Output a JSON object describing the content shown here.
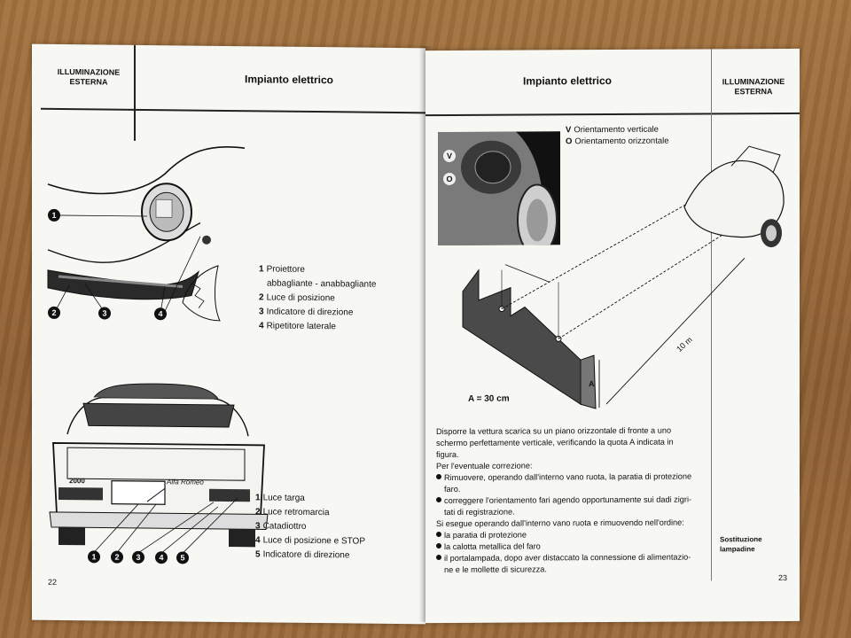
{
  "left_page": {
    "section": [
      "ILLUMINAZIONE",
      "ESTERNA"
    ],
    "title": "Impianto elettrico",
    "top_legend": [
      {
        "num": "1",
        "lines": [
          "Proiettore",
          "abbagliante - anabbagliante"
        ]
      },
      {
        "num": "2",
        "lines": [
          "Luce di posizione"
        ]
      },
      {
        "num": "3",
        "lines": [
          "Indicatore di direzione"
        ]
      },
      {
        "num": "4",
        "lines": [
          "Ripetitore laterale"
        ]
      }
    ],
    "bottom_legend": [
      {
        "num": "1",
        "text": "Luce targa"
      },
      {
        "num": "2",
        "text": "Luce retromarcia"
      },
      {
        "num": "3",
        "text": "Catadiottro"
      },
      {
        "num": "4",
        "text": "Luce di posizione e STOP"
      },
      {
        "num": "5",
        "text": "Indicatore di direzione"
      }
    ],
    "callouts_front": [
      "1",
      "2",
      "3",
      "4"
    ],
    "callouts_rear": [
      "1",
      "2",
      "3",
      "4",
      "5"
    ],
    "badge_2000": "2000",
    "badge_script": "Alfa Romeo",
    "page_number": "22"
  },
  "right_page": {
    "title": "Impianto elettrico",
    "section": [
      "ILLUMINAZIONE",
      "ESTERNA"
    ],
    "photo_labels": [
      "V",
      "O"
    ],
    "legend": [
      {
        "key": "V",
        "text": "Orientamento verticale"
      },
      {
        "key": "O",
        "text": "Orientamento orizzontale"
      }
    ],
    "distance_label": "10 m",
    "a_label": "A",
    "a_value": "A = 30 cm",
    "paragraph": [
      "Disporre la vettura scarica su un piano orizzontale di fronte a uno",
      "schermo perfettamente verticale, verificando la quota A indicata in",
      "figura."
    ],
    "correction_intro": "Per l'eventuale correzione:",
    "correction_items": [
      [
        "Rimuovere, operando dall'interno vano ruota, la paratia di protezione",
        "faro."
      ],
      [
        "correggere l'orientamento fari agendo opportunamente sui dadi zigri-",
        "tati di registrazione."
      ]
    ],
    "sostituzione_intro": "Si esegue operando dall'interno vano ruota e rimuovendo nell'ordine:",
    "sostituzione_items": [
      [
        "la paratia di protezione"
      ],
      [
        "la calotta metallica del faro"
      ],
      [
        "il portalampada, dopo aver distaccato la connessione di alimentazio-",
        "ne e le mollette di sicurezza."
      ]
    ],
    "side_label": [
      "Sostituzione",
      "lampadine"
    ],
    "page_number": "23"
  }
}
